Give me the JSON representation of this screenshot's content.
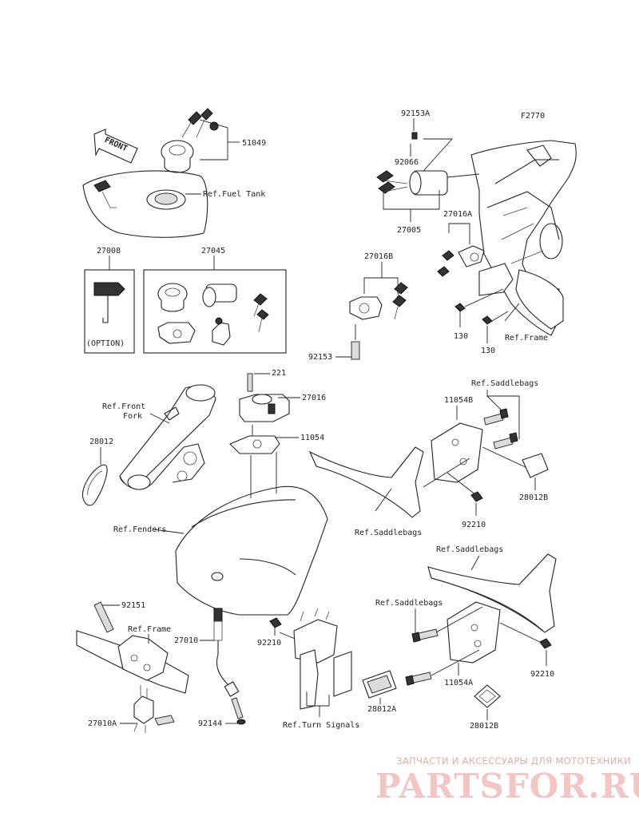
{
  "labels": {
    "p51049": "51049",
    "ref_fuel_tank": "Ref.Fuel Tank",
    "front": "FRONT",
    "p27008": "27008",
    "option": "(OPTION)",
    "p27045": "27045",
    "p92153A": "92153A",
    "f2770": "F2770",
    "p92066": "92066",
    "p27005": "27005",
    "p27016A": "27016A",
    "p27016B": "27016B",
    "p92153": "92153",
    "p130a": "130",
    "p130b": "130",
    "ref_frame_top": "Ref.Frame",
    "p221": "221",
    "p27016": "27016",
    "p11054": "11054",
    "ref_front_fork_1": "Ref.Front",
    "ref_front_fork_2": "Fork",
    "p28012": "28012",
    "ref_saddlebags_top": "Ref.Saddlebags",
    "p11054B": "11054B",
    "p28012B_top": "28012B",
    "p92210_top": "92210",
    "ref_fenders": "Ref.Fenders",
    "ref_saddlebags_mid": "Ref.Saddlebags",
    "ref_saddlebags_right": "Ref.Saddlebags",
    "ref_saddlebags_low": "Ref.Saddlebags",
    "p92151": "92151",
    "ref_frame_low": "Ref.Frame",
    "p27010": "27010",
    "p92210_mid": "92210",
    "p27010A": "27010A",
    "p92144": "92144",
    "ref_turn_signals": "Ref.Turn Signals",
    "p28012A": "28012A",
    "p11054A": "11054A",
    "p92210_right": "92210",
    "p28012B_low": "28012B"
  },
  "watermark": {
    "line1": "ЗАПЧАСТИ И АКСЕССУАРЫ ДЛЯ МОТОТЕХНИКИ",
    "line2": "PARTSFOR.RU",
    "color": "#e8a6a6"
  }
}
